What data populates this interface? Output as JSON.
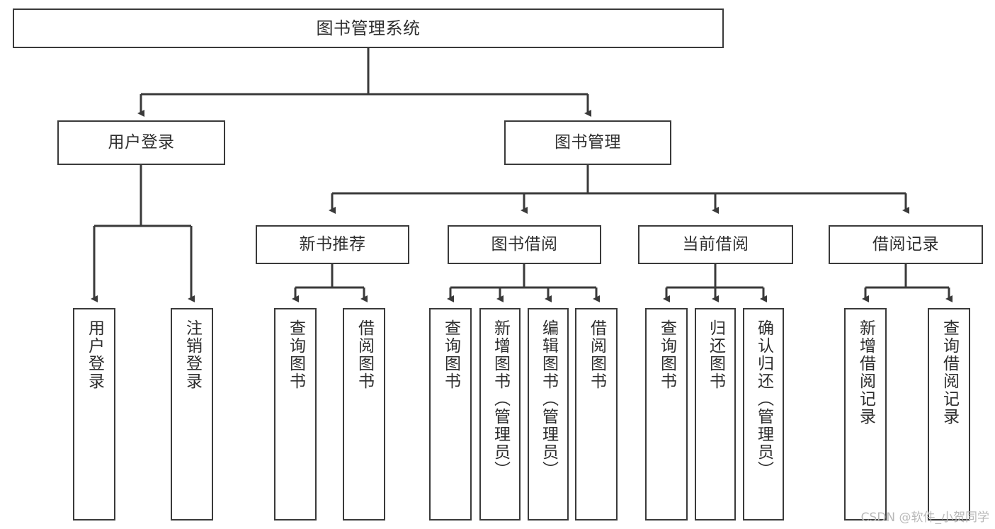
{
  "diagram": {
    "title": "图书管理系统",
    "type": "hierarchy-tree",
    "watermark": "CSDN @软件_小贺同学",
    "colors": {
      "stroke": "#3a3a3a",
      "text": "#2e2e2e",
      "background": "#ffffff",
      "watermark": "#b9b9b9"
    },
    "nodes": {
      "root": {
        "label": "图书管理系统"
      },
      "level1": [
        {
          "label": "用户登录"
        },
        {
          "label": "图书管理"
        }
      ],
      "level2": [
        {
          "label": "新书推荐"
        },
        {
          "label": "图书借阅"
        },
        {
          "label": "当前借阅"
        },
        {
          "label": "借阅记录"
        }
      ],
      "leaves_user_login": [
        {
          "label": "用户登录"
        },
        {
          "label": "注销登录"
        }
      ],
      "leaves_new_books": [
        {
          "label": "查询图书"
        },
        {
          "label": "借阅图书"
        }
      ],
      "leaves_borrow": [
        {
          "label": "查询图书"
        },
        {
          "label": "新增图书（管理员）"
        },
        {
          "label": "编辑图书（管理员）"
        },
        {
          "label": "借阅图书"
        }
      ],
      "leaves_current": [
        {
          "label": "查询图书"
        },
        {
          "label": "归还图书"
        },
        {
          "label": "确认归还（管理员）"
        }
      ],
      "leaves_records": [
        {
          "label": "新增借阅记录"
        },
        {
          "label": "查询借阅记录"
        }
      ]
    }
  }
}
